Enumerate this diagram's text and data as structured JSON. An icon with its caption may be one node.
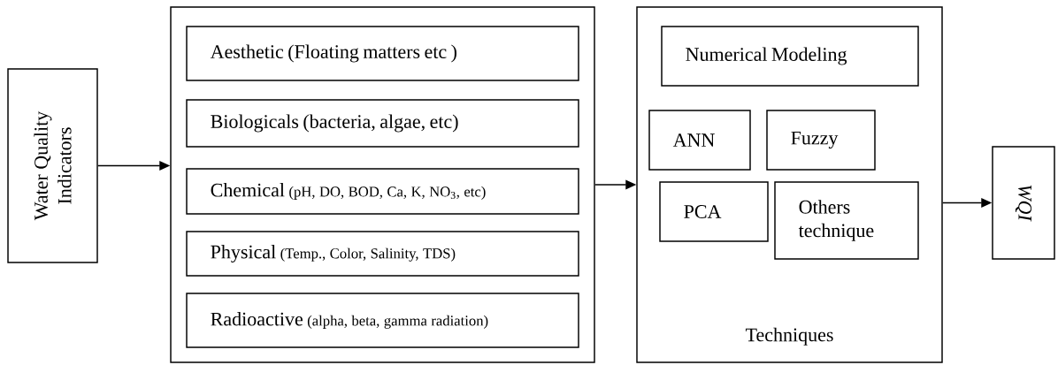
{
  "diagram": {
    "nodes": [
      {
        "text": [
          "Water Quality Indicators"
        ]
      },
      {
        "text": [],
        "shape": "box"
      },
      {
        "text": [
          "Aesthetic  (Floating matters etc )"
        ],
        "in": 1
      },
      {
        "text": [
          "Biologicals (bacteria, algae, etc)"
        ],
        "in": 1
      },
      {
        "text": [
          "Chemical",
          "(pH, DO, BOD, Ca, K, NO$_{3}$, etc)"
        ],
        "in": 1
      },
      {
        "text": [
          "Physical",
          "(Temp., Color, Salinity, TDS)"
        ],
        "in": 1
      },
      {
        "text": [
          "Radioactive",
          "(alpha, beta, gamma radiation)"
        ],
        "in": 1
      },
      {
        "text": [
          "Techniques"
        ]
      },
      {
        "text": [
          "Numerical Modeling"
        ],
        "in": 7
      },
      {
        "text": [
          "ANN"
        ],
        "in": 7
      },
      {
        "text": [
          "Fuzzy"
        ],
        "in": 7
      },
      {
        "text": [
          "PCA"
        ],
        "in": 7
      },
      {
        "text": [
          "Others technique"
        ],
        "in": 7
      },
      {
        "text": [
          "*WQI*"
        ]
      }
    ],
    "edges": [
      {
        "from": 0,
        "to": 1,
        "arrow": "to"
      },
      {
        "from": 1,
        "to": 7,
        "arrow": "to"
      },
      {
        "from": 7,
        "to": 13,
        "arrow": "to"
      }
    ]
  }
}
